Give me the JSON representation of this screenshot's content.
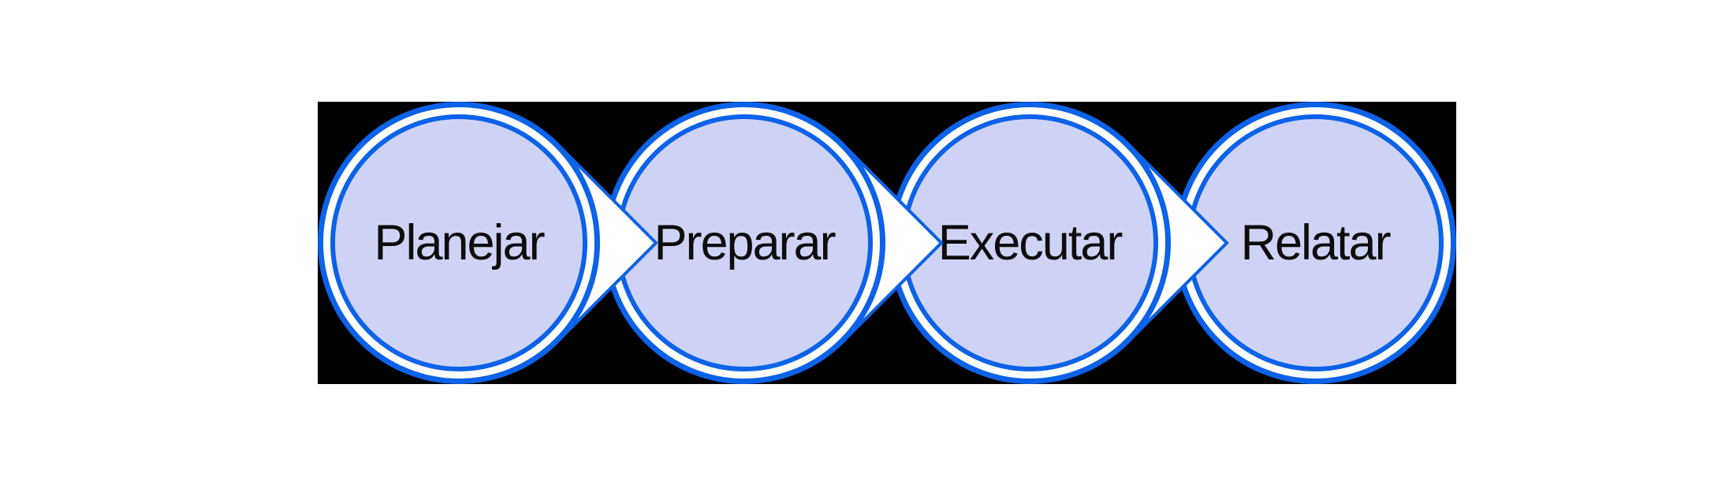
{
  "diagram": {
    "type": "process-flow",
    "direction": "left-to-right",
    "stages": [
      {
        "label": "Planejar"
      },
      {
        "label": "Preparar"
      },
      {
        "label": "Executar"
      },
      {
        "label": "Relatar"
      }
    ],
    "colors": {
      "page_background": "#ffffff",
      "canvas_background": "#000000",
      "outline": "#0c62e8",
      "ring_fill": "#ffffff",
      "node_fill": "#ced3f6",
      "arrow_fill": "#ffffff",
      "label_color": "#0d0d0d"
    }
  }
}
